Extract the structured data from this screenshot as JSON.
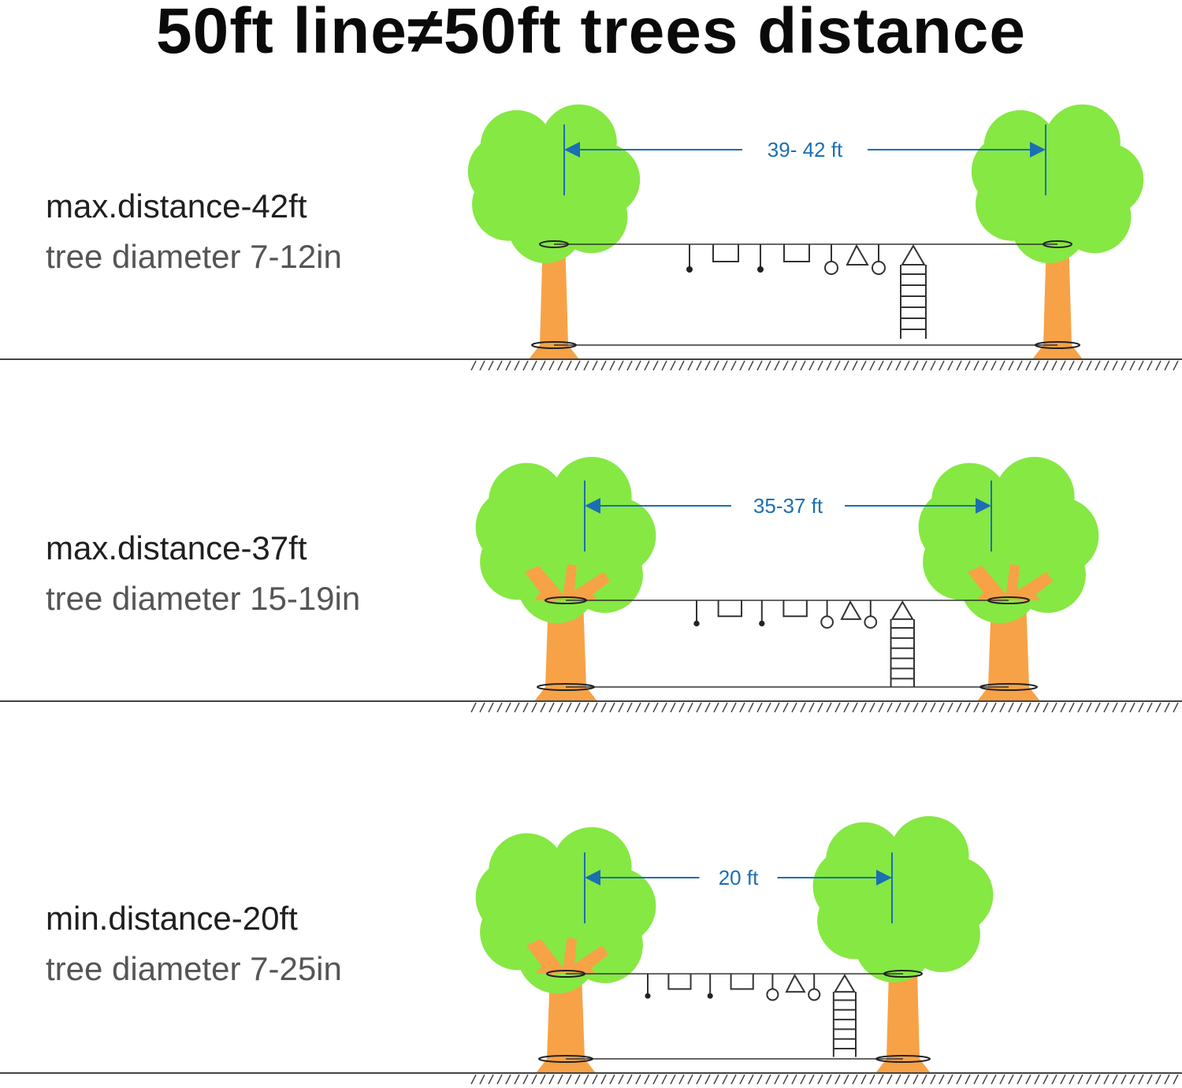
{
  "title": "50ft line≠50ft trees distance",
  "colors": {
    "foliage": "#86e843",
    "trunk": "#f7a246",
    "arrow": "#1a6fb3",
    "line": "#333333",
    "ground": "#444444"
  },
  "panels": [
    {
      "distance_label": "max.distance-42ft",
      "diameter_label": "tree diameter 7-12in",
      "measurement": "39- 42 ft"
    },
    {
      "distance_label": "max.distance-37ft",
      "diameter_label": "tree diameter 15-19in",
      "measurement": "35-37 ft"
    },
    {
      "distance_label": "min.distance-20ft",
      "diameter_label": "tree diameter 7-25in",
      "measurement": "20 ft"
    }
  ]
}
